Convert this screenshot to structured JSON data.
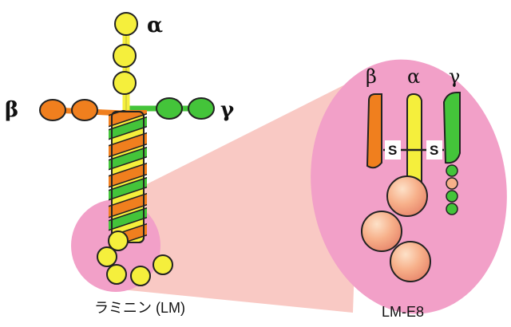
{
  "full_molecule": {
    "caption": "ラミニン (LM)",
    "labels": {
      "alpha": "α",
      "beta": "β",
      "gamma": "γ"
    }
  },
  "fragment": {
    "caption": "LM-E8",
    "labels": {
      "beta": "β",
      "alpha": "α",
      "gamma": "γ"
    },
    "disulfide_left": "S",
    "disulfide_right": "S"
  },
  "colors": {
    "alpha_chain": "#f5ef3c",
    "beta_chain": "#f07f1e",
    "gamma_chain": "#44c43a",
    "highlight": "#f2a0c8",
    "zoom_cone": "#f9c9c4",
    "globule": "#f7b08a"
  }
}
